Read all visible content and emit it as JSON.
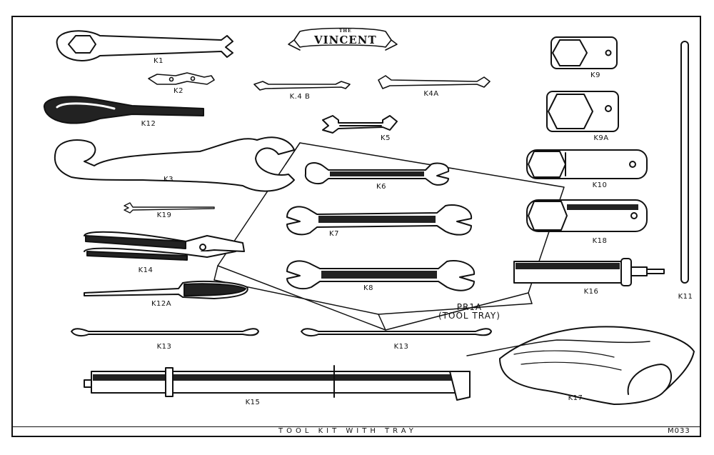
{
  "brand": {
    "small": "THE",
    "name": "VINCENT"
  },
  "caption": "TOOL KIT WITH TRAY",
  "drawing_code": "M033",
  "tray": {
    "line1": "PR1A",
    "line2": "(TOOL TRAY)"
  },
  "labels": {
    "k1": "K1",
    "k2": "K2",
    "k4b": "K.4 B",
    "k4a": "K4A",
    "k12": "K12",
    "k5": "K5",
    "k3": "K3",
    "k6": "K6",
    "k19": "K19",
    "k7": "K7",
    "k14": "K14",
    "k8": "K8",
    "k12a": "K12A",
    "k13a": "K13",
    "k13b": "K13",
    "k15": "K15",
    "k9": "K9",
    "k9a": "K9A",
    "k10": "K10",
    "k18": "K18",
    "k16": "K16",
    "k11": "K11",
    "k17": "K17"
  }
}
